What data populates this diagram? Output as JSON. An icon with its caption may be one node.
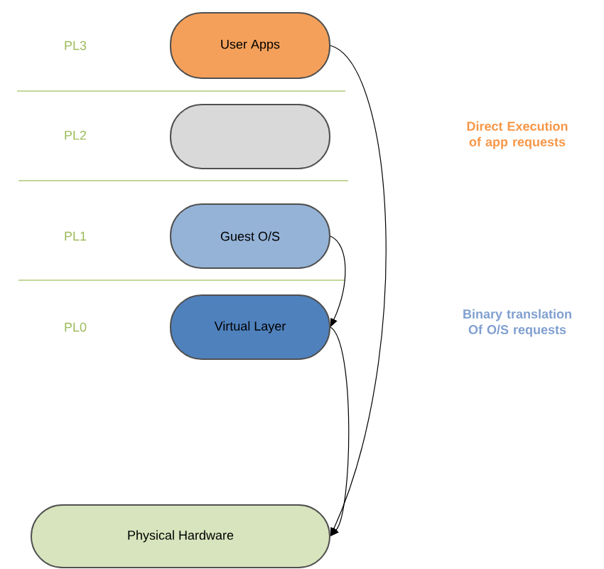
{
  "diagram": {
    "nodes": [
      {
        "text": [
          "User Apps"
        ]
      },
      {
        "text": [],
        "shape": "box"
      },
      {
        "text": [
          "Guest O/S"
        ]
      },
      {
        "text": [
          "Virtual Layer"
        ]
      },
      {
        "text": [
          "Physical Hardware"
        ]
      }
    ],
    "edges": [
      {
        "from": 0,
        "to": 4,
        "arrow": "to"
      },
      {
        "from": 2,
        "to": 3,
        "arrow": "to"
      },
      {
        "from": 3,
        "to": 4,
        "arrow": "to"
      }
    ],
    "labels": [
      "PL3",
      "Direct Execution of app requests",
      "PL2",
      "PL1",
      "PL0",
      "Binary translation Of O/S requests"
    ]
  }
}
